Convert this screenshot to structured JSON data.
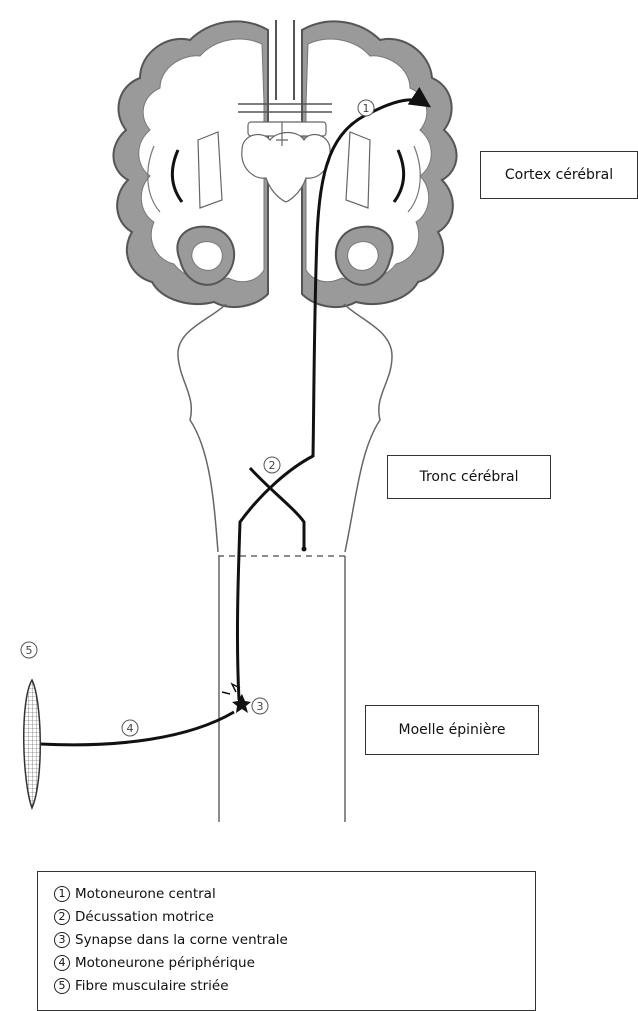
{
  "labels": {
    "cortex": "Cortex cérébral",
    "tronc": "Tronc cérébral",
    "moelle": "Moelle épinière"
  },
  "markers": {
    "m1": "1",
    "m2": "2",
    "m3": "3",
    "m4": "4",
    "m5": "5"
  },
  "legend": [
    {
      "num": "1",
      "text": "Motoneurone central"
    },
    {
      "num": "2",
      "text": "Décussation motrice"
    },
    {
      "num": "3",
      "text": "Synapse dans la corne ventrale"
    },
    {
      "num": "4",
      "text": "Motoneurone périphérique"
    },
    {
      "num": "5",
      "text": "Fibre musculaire striée"
    }
  ],
  "colors": {
    "cortex_fill": "#9a9a9a",
    "outline": "#555555",
    "pathway": "#111111"
  }
}
